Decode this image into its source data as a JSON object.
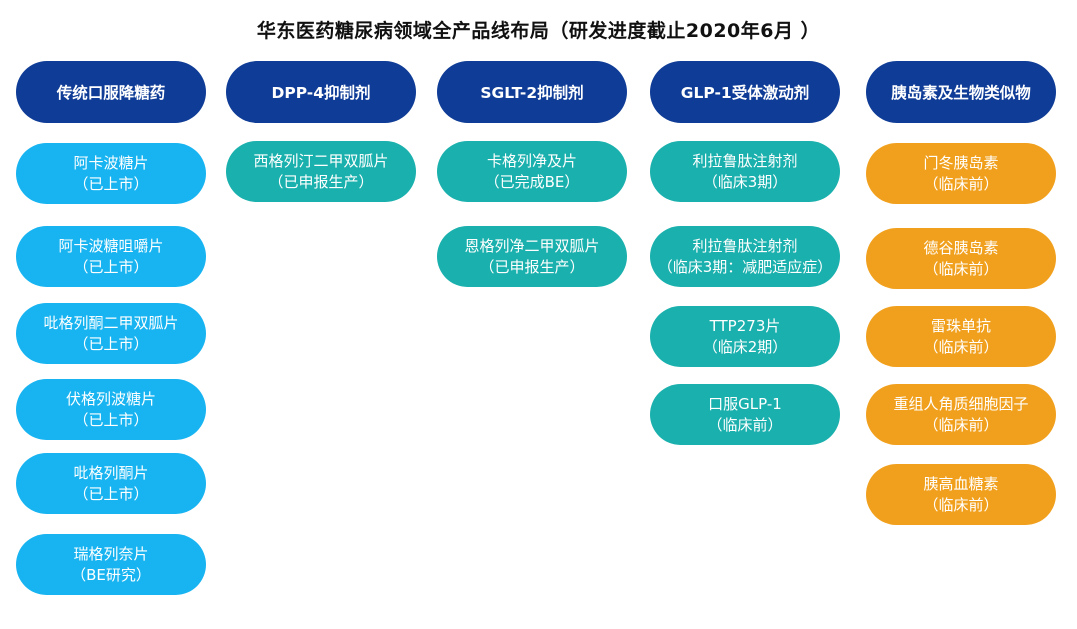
{
  "title": "华东医药糖尿病领域全产品线布局（研发进度截止2020年6月 ）",
  "colors": {
    "header": "#0f3c96",
    "oral_drugs": "#17b4f1",
    "dpp4_sglt2_glp1": "#1ab0ad",
    "insulin": "#f1a01d"
  },
  "columns": [
    {
      "header": "传统口服降糖药",
      "items": [
        {
          "name": "阿卡波糖片",
          "status": "（已上市）"
        },
        {
          "name": "阿卡波糖咀嚼片",
          "status": "（已上市）"
        },
        {
          "name": "吡格列酮二甲双胍片",
          "status": "（已上市）"
        },
        {
          "name": "伏格列波糖片",
          "status": "（已上市）"
        },
        {
          "name": "吡格列酮片",
          "status": "（已上市）"
        },
        {
          "name": "瑞格列奈片",
          "status": "（BE研究）"
        }
      ]
    },
    {
      "header": "DPP-4抑制剂",
      "items": [
        {
          "name": "西格列汀二甲双胍片",
          "status": "（已申报生产）"
        }
      ]
    },
    {
      "header": "SGLT-2抑制剂",
      "items": [
        {
          "name": "卡格列净及片",
          "status": "（已完成BE）"
        },
        {
          "name": "恩格列净二甲双胍片",
          "status": "（已申报生产）"
        }
      ]
    },
    {
      "header": "GLP-1受体激动剂",
      "items": [
        {
          "name": "利拉鲁肽注射剂",
          "status": "（临床3期）"
        },
        {
          "name": "利拉鲁肽注射剂",
          "status": "（临床3期：减肥适应症）"
        },
        {
          "name": "TTP273片",
          "status": "（临床2期）"
        },
        {
          "name": "口服GLP-1",
          "status": "（临床前）"
        }
      ]
    },
    {
      "header": "胰岛素及生物类似物",
      "items": [
        {
          "name": "门冬胰岛素",
          "status": "（临床前）"
        },
        {
          "name": "德谷胰岛素",
          "status": "（临床前）"
        },
        {
          "name": "雷珠单抗",
          "status": "（临床前）"
        },
        {
          "name": "重组人角质细胞因子",
          "status": "（临床前）"
        },
        {
          "name": "胰高血糖素",
          "status": "（临床前）"
        }
      ]
    }
  ]
}
